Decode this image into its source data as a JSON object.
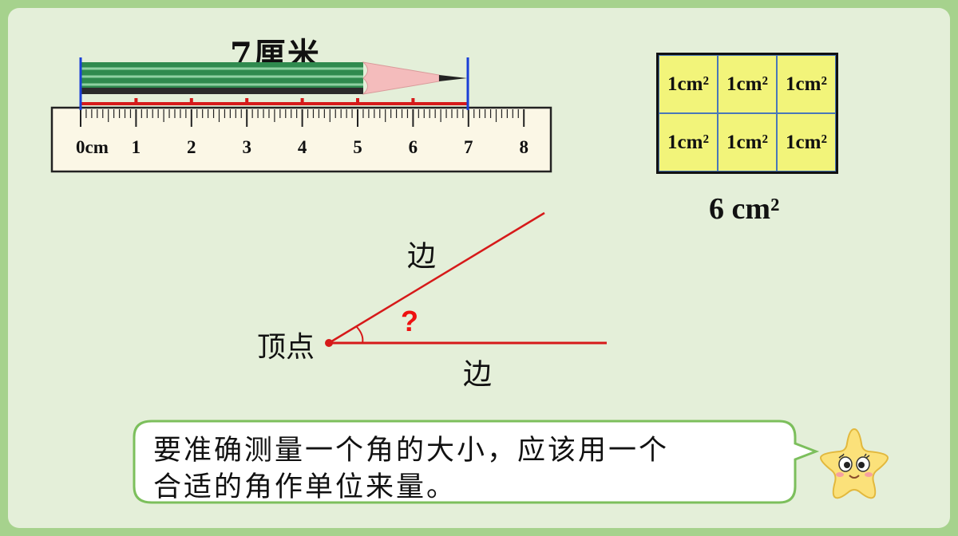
{
  "ruler": {
    "title": "7厘米",
    "ticks": [
      "0cm",
      "1",
      "2",
      "3",
      "4",
      "5",
      "6",
      "7",
      "8"
    ],
    "measured_value": 7
  },
  "area_grid": {
    "cells": [
      "1cm²",
      "1cm²",
      "1cm²",
      "1cm²",
      "1cm²",
      "1cm²"
    ],
    "total": "6 cm²"
  },
  "angle": {
    "side_upper": "边",
    "side_lower": "边",
    "vertex": "顶点",
    "question": "?"
  },
  "bubble": {
    "line1": "要准确测量一个角的大小，应该用一个",
    "line2": "合适的角作单位来量。"
  },
  "colors": {
    "frame": "#a6d28d",
    "background": "#e4efd9",
    "grid_fill": "#f2f47a",
    "angle_line": "#d61a1a",
    "marker_blue": "#1a3fd6",
    "pencil_green": "#2f8a4e"
  }
}
